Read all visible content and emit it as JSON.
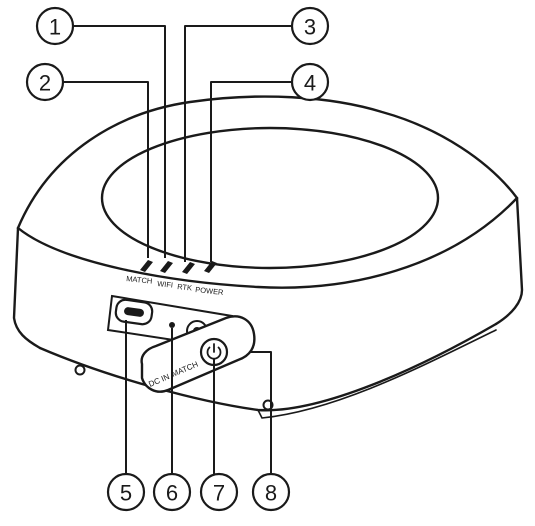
{
  "callouts": [
    {
      "number": "1"
    },
    {
      "number": "2"
    },
    {
      "number": "3"
    },
    {
      "number": "4"
    },
    {
      "number": "5"
    },
    {
      "number": "6"
    },
    {
      "number": "7"
    },
    {
      "number": "8"
    }
  ],
  "led_labels": {
    "match": "MATCH",
    "wifi": "WIFI",
    "rtk": "RTK",
    "power": "POWER"
  },
  "panel_labels": {
    "dc_in": "DC IN",
    "match": "MATCH"
  }
}
